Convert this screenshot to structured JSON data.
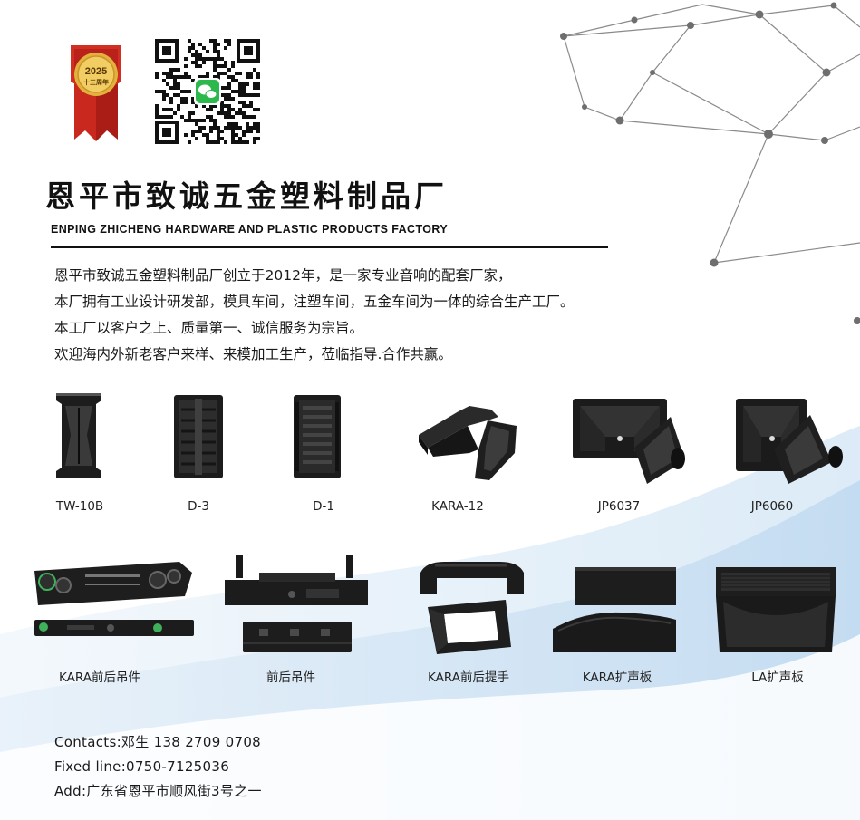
{
  "badge": {
    "year": "2025",
    "caption": "十三周年"
  },
  "company": {
    "name_cn": "恩平市致诚五金塑料制品厂",
    "name_en": "ENPING ZHICHENG HARDWARE AND PLASTIC PRODUCTS FACTORY"
  },
  "intro": [
    "恩平市致诚五金塑料制品厂创立于2012年，是一家专业音响的配套厂家，",
    "本厂拥有工业设计研发部，模具车间，注塑车间，五金车间为一体的综合生产工厂。",
    "本工厂以客户之上、质量第一、诚信服务为宗旨。",
    "欢迎海内外新老客户来样、来模加工生产，莅临指导.合作共赢。"
  ],
  "products": [
    {
      "label": "TW-10B"
    },
    {
      "label": "D-3"
    },
    {
      "label": "D-1"
    },
    {
      "label": "KARA-12"
    },
    {
      "label": "JP6037"
    },
    {
      "label": "JP6060"
    },
    {
      "label": "KARA前后吊件"
    },
    {
      "label": "前后吊件"
    },
    {
      "label": "KARA前后提手"
    },
    {
      "label": "KARA扩声板"
    },
    {
      "label": "LA扩声板"
    }
  ],
  "contacts": {
    "contact": "Contacts:邓生 138 2709 0708",
    "fixed_line": "Fixed line:0750-7125036",
    "address": "Add:广东省恩平市顺风街3号之一"
  },
  "colors": {
    "accent_blue": "#cfe3f4",
    "badge_red": "#c8281e",
    "badge_gold": "#e3b23c",
    "wechat_green": "#2db84d"
  },
  "icons": {
    "badge": "anniversary-ribbon-icon",
    "qr": "wechat-qr-code",
    "network": "network-lines-decoration"
  }
}
